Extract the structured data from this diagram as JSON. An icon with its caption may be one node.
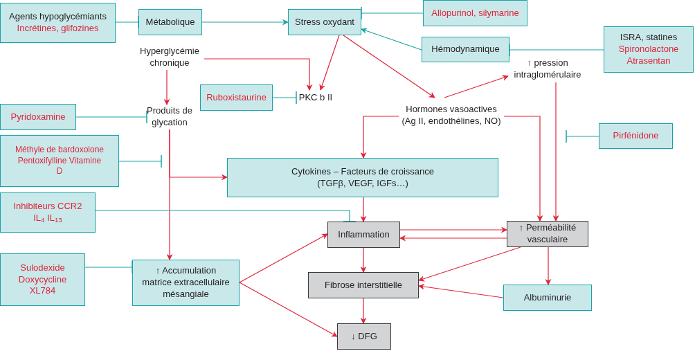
{
  "diagram": {
    "nodes": [
      {
        "text": [
          "Agents hypoglycémiants",
          "Incrétines, glifozines"
        ]
      },
      {
        "text": [
          "Métabolique"
        ]
      },
      {
        "text": [
          "Stress oxydant"
        ]
      },
      {
        "text": [
          "Allopurinol, silymarine"
        ]
      },
      {
        "text": [
          "Hémodynamique"
        ]
      },
      {
        "text": [
          "ISRA, statines",
          "Spironolactone Atrasentan"
        ]
      },
      {
        "text": [
          "Hyperglycémie chronique"
        ]
      },
      {
        "text": [
          "↑ pression intraglomérulaire"
        ]
      },
      {
        "text": [
          "Ruboxistaurine"
        ]
      },
      {
        "text": [
          "PKC b II"
        ]
      },
      {
        "text": [
          "Pyridoxamine"
        ]
      },
      {
        "text": [
          "Produits de glycation"
        ]
      },
      {
        "text": [
          "Hormones vasoactives (Ag II, endothélines, NO)"
        ]
      },
      {
        "text": [
          "Pirfénidone"
        ]
      },
      {
        "text": [
          "Méthyle de bardoxolone Pentoxifylline Vitamine D"
        ]
      },
      {
        "text": [
          "Cytokines – Facteurs de croissance",
          "(TGFβ, VEGF, IGFs…)"
        ]
      },
      {
        "text": [
          "Inhibiteurs CCR2 IL$_{4}$ IL$_{13}$"
        ]
      },
      {
        "text": [
          "Inflammation"
        ]
      },
      {
        "text": [
          "↑ Perméabilité vasculaire"
        ]
      },
      {
        "text": [
          "Sulodexide Doxycycline XL784"
        ]
      },
      {
        "text": [
          "↑ Accumulation matrice extracellulaire mésangiale"
        ]
      },
      {
        "text": [
          "Fibrose interstitielle"
        ]
      },
      {
        "text": [
          "Albuminurie"
        ]
      },
      {
        "text": [
          "↓ DFG"
        ]
      }
    ],
    "edges": [
      {
        "from": 0,
        "to": 1,
        "arrow": "other",
        "color": "#1aa3a6"
      },
      {
        "from": 1,
        "to": 2,
        "arrow": "to",
        "color": "#1aa3a6"
      },
      {
        "from": 3,
        "to": 2,
        "arrow": "other",
        "color": "#1aa3a6"
      },
      {
        "from": 4,
        "to": 2,
        "arrow": "to",
        "color": "#1aa3a6"
      },
      {
        "from": 5,
        "to": 4,
        "arrow": "other",
        "color": "#1aa3a6"
      },
      {
        "from": 6,
        "to": 9,
        "arrow": "to"
      },
      {
        "from": 2,
        "to": 9,
        "arrow": "to"
      },
      {
        "from": 2,
        "to": 12,
        "arrow": "to"
      },
      {
        "from": 12,
        "to": 7,
        "arrow": "to"
      },
      {
        "from": 8,
        "to": 9,
        "arrow": "other",
        "color": "#1aa3a6"
      },
      {
        "from": 6,
        "to": 11,
        "arrow": "to"
      },
      {
        "from": 10,
        "to": 11,
        "arrow": "other",
        "color": "#1aa3a6"
      },
      {
        "from": 11,
        "to": 15,
        "arrow": "to"
      },
      {
        "from": 11,
        "to": 20,
        "arrow": "to"
      },
      {
        "from": 14,
        "to": null,
        "arrow": "other",
        "color": "#1aa3a6"
      },
      {
        "from": 12,
        "to": 15,
        "arrow": "to"
      },
      {
        "from": 12,
        "to": 18,
        "arrow": "to"
      },
      {
        "from": 7,
        "to": 18,
        "arrow": "to"
      },
      {
        "from": 13,
        "to": null,
        "arrow": "other",
        "color": "#1aa3a6"
      },
      {
        "from": 16,
        "to": 17,
        "arrow": "other",
        "color": "#1aa3a6"
      },
      {
        "from": 15,
        "to": 17,
        "arrow": "to"
      },
      {
        "from": 20,
        "to": 17,
        "arrow": "to"
      },
      {
        "from": 20,
        "to": 23,
        "arrow": "to"
      },
      {
        "from": 17,
        "to": 18,
        "arrow": "to"
      },
      {
        "from": 18,
        "to": 17,
        "arrow": "to"
      },
      {
        "from": 17,
        "to": 21,
        "arrow": "to"
      },
      {
        "from": 18,
        "to": 21,
        "arrow": "to"
      },
      {
        "from": 22,
        "to": 21,
        "arrow": "to"
      },
      {
        "from": 21,
        "to": 23,
        "arrow": "to"
      },
      {
        "from": 18,
        "to": 22,
        "arrow": "to"
      },
      {
        "from": 19,
        "to": 20,
        "arrow": "other",
        "color": "#1aa3a6"
      }
    ]
  }
}
